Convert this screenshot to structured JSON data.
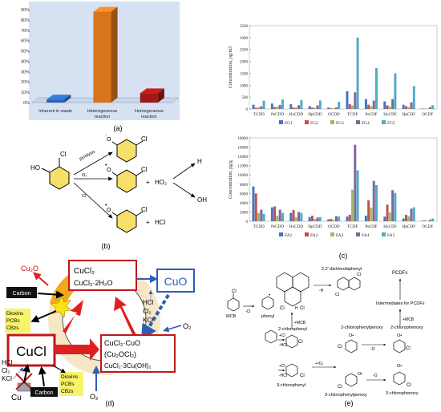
{
  "panel_labels": {
    "a": "(a)",
    "b": "(b)",
    "c": "(c)",
    "d": "(d)",
    "e": "(e)"
  },
  "chart_data": [
    {
      "type": "bar",
      "panel": "a",
      "categories": [
        "Inherent in waste",
        "Heterogeneous reaction",
        "Homogeneous reaction"
      ],
      "category_lines": [
        [
          "Inherent in waste"
        ],
        [
          "Heterogeneous",
          "reaction"
        ],
        [
          "Homogeneous",
          "reaction"
        ]
      ],
      "values": [
        3,
        88,
        9
      ],
      "colors": [
        "#2E63B0",
        "#D8741E",
        "#A01818"
      ],
      "ylim": [
        0,
        90
      ],
      "yticks": [
        "0%",
        "10%",
        "20%",
        "30%",
        "40%",
        "50%",
        "60%",
        "70%",
        "80%",
        "90%"
      ],
      "grid": false
    },
    {
      "type": "bar",
      "panel": "c-top",
      "categories": [
        "TCDD",
        "PeCDD",
        "HxCDD",
        "HpCDD",
        "OCDD",
        "TCDF",
        "PeCDF",
        "HxCDF",
        "HpCDF",
        "OCDF"
      ],
      "ylabel": "Concentration, pg/m3",
      "ylim": [
        0,
        3500
      ],
      "yticks": [
        "0",
        "500",
        "1000",
        "1500",
        "2000",
        "2500",
        "3000",
        "3500"
      ],
      "series": [
        {
          "name": "FG1",
          "color": "#4472C4",
          "values": [
            180,
            230,
            200,
            120,
            60,
            750,
            420,
            320,
            180,
            20
          ]
        },
        {
          "name": "FG2",
          "color": "#C0504D",
          "values": [
            50,
            80,
            60,
            60,
            30,
            200,
            180,
            150,
            120,
            10
          ]
        },
        {
          "name": "FG3",
          "color": "#9BBB59",
          "values": [
            80,
            100,
            70,
            50,
            30,
            150,
            120,
            100,
            80,
            20
          ]
        },
        {
          "name": "FG4",
          "color": "#8064A2",
          "values": [
            120,
            170,
            160,
            150,
            70,
            700,
            350,
            420,
            280,
            80
          ]
        },
        {
          "name": "FG5",
          "color": "#4BACC6",
          "values": [
            350,
            400,
            380,
            360,
            300,
            3000,
            1720,
            1500,
            960,
            160
          ]
        }
      ]
    },
    {
      "type": "bar",
      "panel": "c-bottom",
      "categories": [
        "TCDD",
        "PeCDD",
        "HxCDD",
        "HpCDD",
        "OCDD",
        "TCDF",
        "PeCDF",
        "HxCDF",
        "HpCDF",
        "OCDF"
      ],
      "ylabel": "Concentration, pg/g",
      "ylim": [
        0,
        18000
      ],
      "yticks": [
        "0",
        "2000",
        "4000",
        "6000",
        "8000",
        "10000",
        "12000",
        "14000",
        "16000",
        "18000"
      ],
      "series": [
        {
          "name": "FA1",
          "color": "#4472C4",
          "values": [
            7500,
            3000,
            1800,
            900,
            400,
            1000,
            1200,
            1000,
            600,
            100
          ]
        },
        {
          "name": "FA2",
          "color": "#C0504D",
          "values": [
            6000,
            3200,
            2400,
            1200,
            500,
            1400,
            4500,
            3600,
            1400,
            150
          ]
        },
        {
          "name": "FA3",
          "color": "#9BBB59",
          "values": [
            1800,
            1200,
            900,
            500,
            300,
            6800,
            2900,
            1900,
            1100,
            100
          ]
        },
        {
          "name": "FA4",
          "color": "#8064A2",
          "values": [
            2500,
            2500,
            2000,
            800,
            1100,
            16500,
            8700,
            6700,
            2700,
            300
          ]
        },
        {
          "name": "FA5",
          "color": "#4BACC6",
          "values": [
            1600,
            1800,
            1800,
            900,
            1000,
            11000,
            7800,
            6100,
            3000,
            600
          ]
        }
      ]
    }
  ],
  "panel_b": {
    "reactant_label": "HO",
    "cl": "Cl",
    "pyrolysis": "pyrolysis",
    "o2": "O₂",
    "cl_step": "Cl",
    "plus": "+",
    "ho2": "HO₂",
    "h": "H",
    "oh": "OH",
    "hcl": "HCl"
  },
  "panel_d": {
    "cu2o": "Cu₂O",
    "carbon_top": "Carbon",
    "cucl2": "CuCl₂",
    "cucl2_hydrate": "CuCl₂·2H₂O",
    "cuo": "CuO",
    "hcl_right": "HCl",
    "cl2_right": "Cl₂",
    "kcl_right": "KCl",
    "o2_right": "O₂",
    "dioxins_top": [
      "Dioxins",
      "PCBs",
      "CBzs"
    ],
    "cucl": "CuCl",
    "hcl_left": "HCl",
    "cl2_left": "Cl₂",
    "kcl_left": "KCl",
    "cu": "Cu",
    "carbon_bottom": "Carbon",
    "dioxins_bottom": [
      "Dioxins",
      "PCBs",
      "CBzs"
    ],
    "o2_bottom": "O₂",
    "complex_1": "CuCl₂·CuO",
    "complex_2": "(Cu₂OCl₂)",
    "complex_3": "CuCl₂·3Cu(OH)₂"
  },
  "panel_e": {
    "mcb": "MCB",
    "minus_cl": "-Cl",
    "phenyl": "phenyl",
    "plus_mcb": "+MCB",
    "dichlorobiphenyl": "2,2'-dichlorobiphenyl",
    "minus_h": "-H",
    "pcdfs": "PCDFs",
    "intermediates": "Intermediates for PCDFs",
    "plus_mcb_right": "+MCB",
    "chlorophenyl_2": "2-chlorophenyl",
    "chlorophenylperoxy_2": "2-chlorophenylperoxy",
    "chlorophenoxy_2": "2-chlorophenoxy",
    "plus_cl_1": "+Cl",
    "minus_hcl_1": "-HCl",
    "plus_cl_2": "+Cl",
    "minus_hcl_2": "-HCl",
    "plus_o2": "+³O₂",
    "minus_o_1": "-O",
    "minus_o_2": "-O",
    "chlorophenyl_3": "3-chlorophenyl",
    "chlorophenylperoxy_3": "3-chlorophenylperoxy",
    "chlorophenoxy_3": "3-chlorophenoxy",
    "cl": "Cl",
    "o_dot": "O•",
    "h_atom": "H"
  }
}
